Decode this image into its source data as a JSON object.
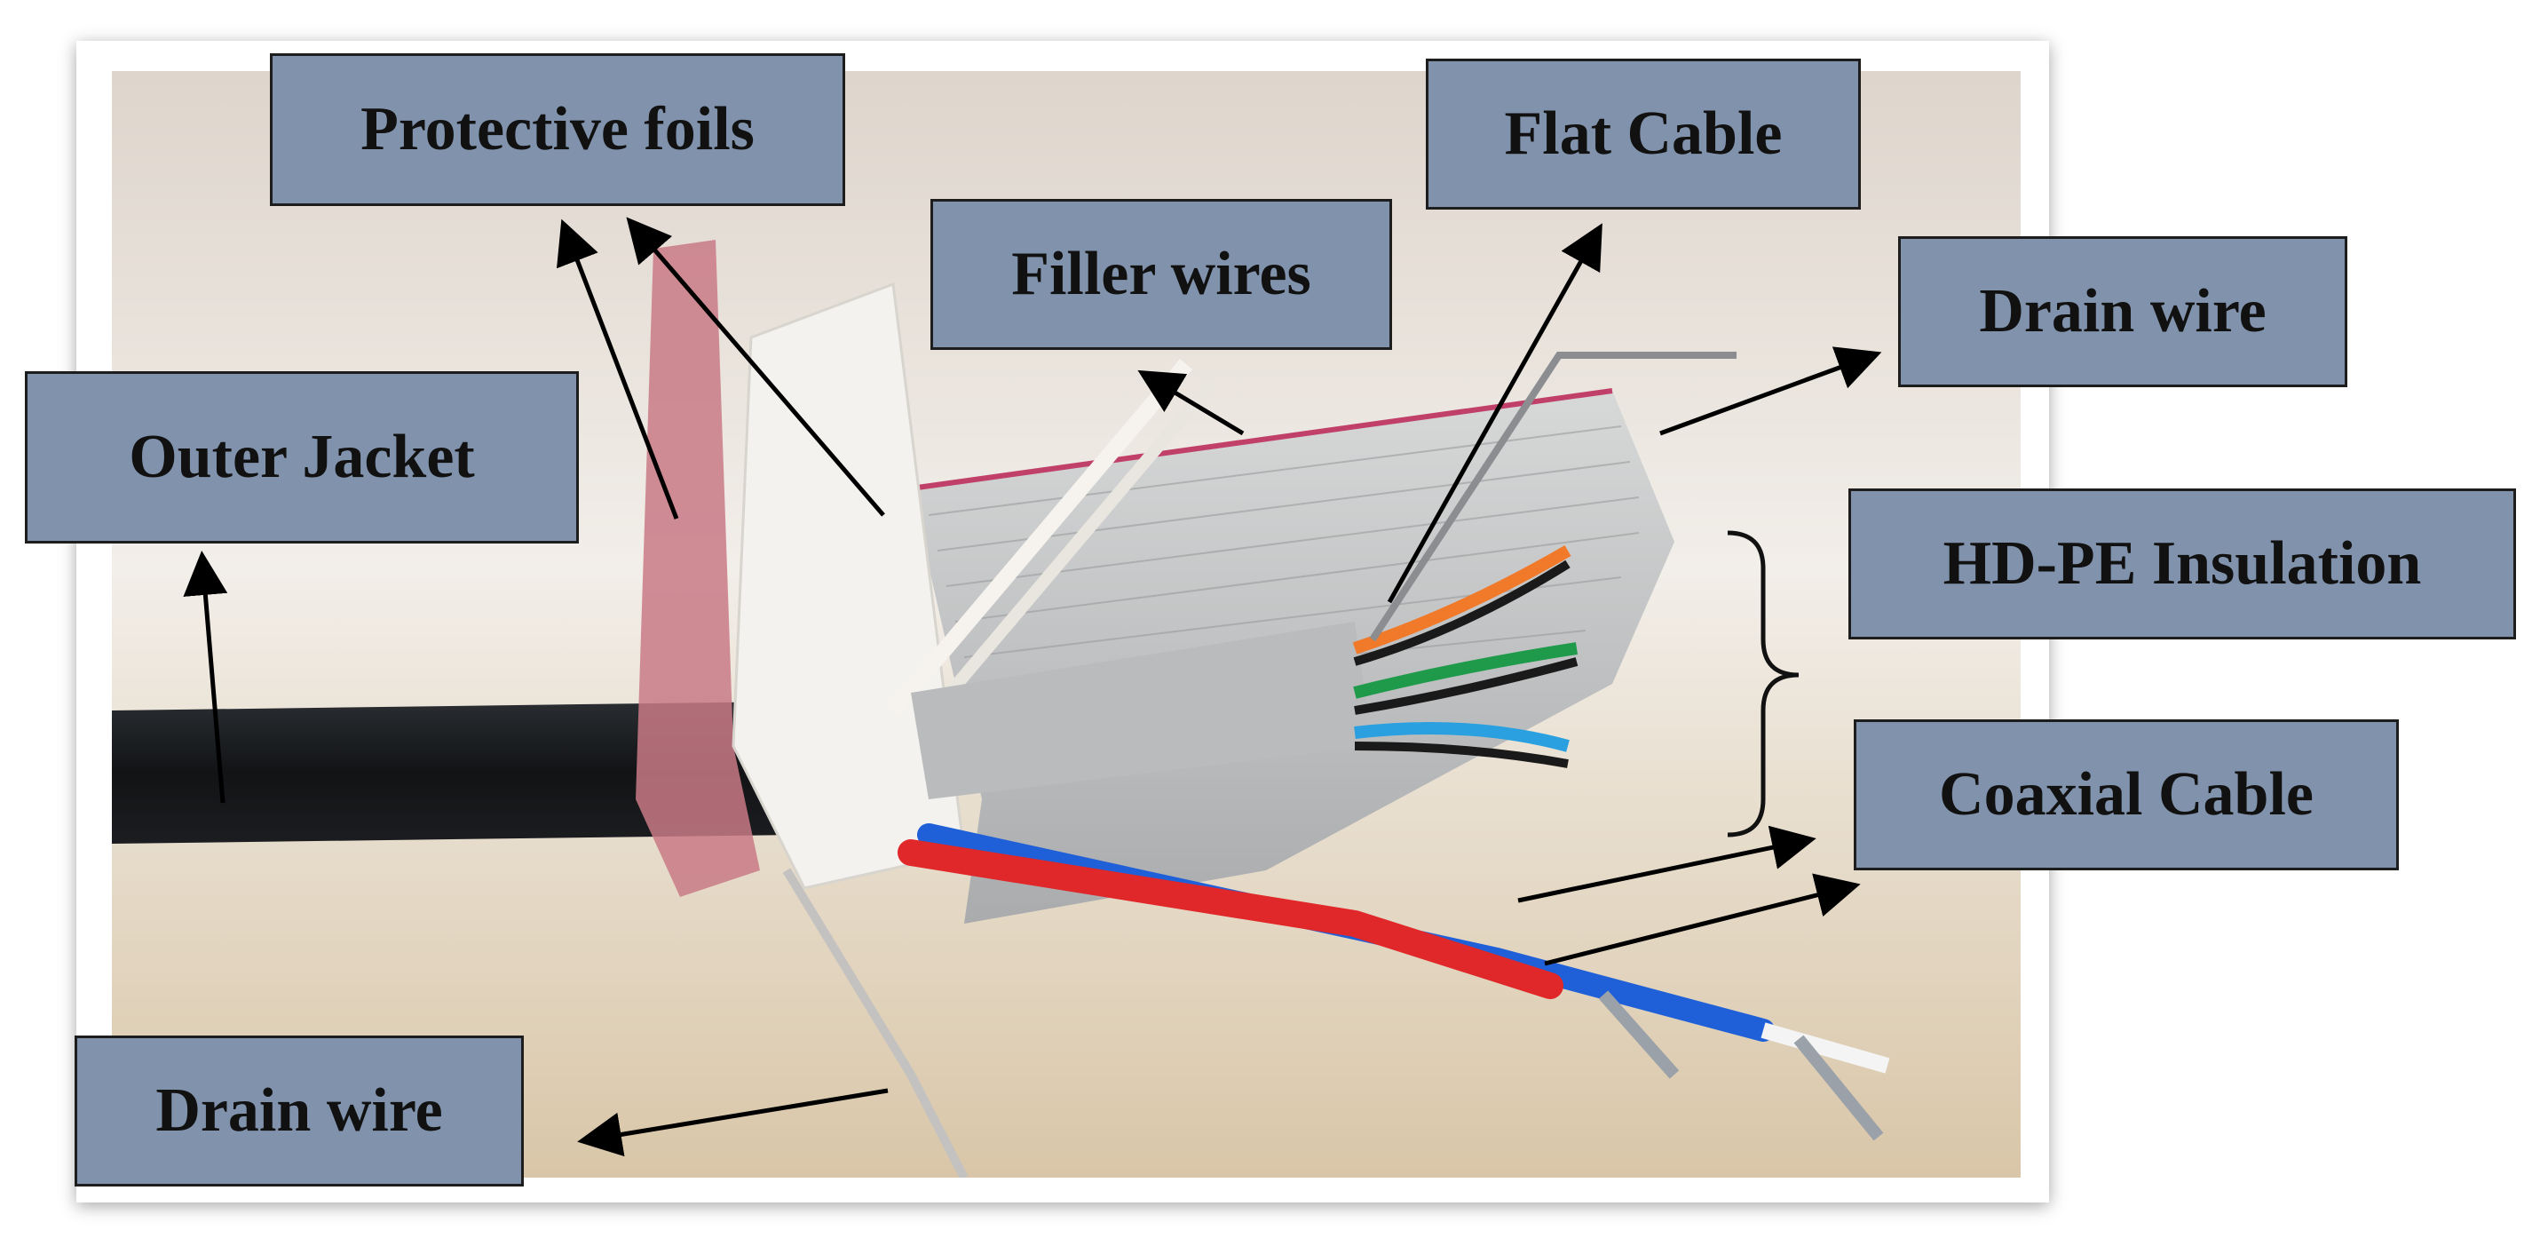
{
  "labels": {
    "protective_foils": "Protective foils",
    "flat_cable": "Flat Cable",
    "filler_wires": "Filler wires",
    "drain_wire_top": "Drain wire",
    "outer_jacket": "Outer Jacket",
    "hd_pe_insulation": "HD-PE Insulation",
    "coaxial_cable": "Coaxial Cable",
    "drain_wire_bottom": "Drain wire"
  },
  "colors": {
    "label_fill": "#8193ac",
    "label_border": "#1d1d1d",
    "background_wall": "#ece6de",
    "jacket": "#16181b",
    "flat_cable": "#c9ccd0",
    "flat_cable_stripe": "#c0406a",
    "red_wire": "#e0282a",
    "blue_wire": "#1f5fd8",
    "arrow": "#000000"
  }
}
